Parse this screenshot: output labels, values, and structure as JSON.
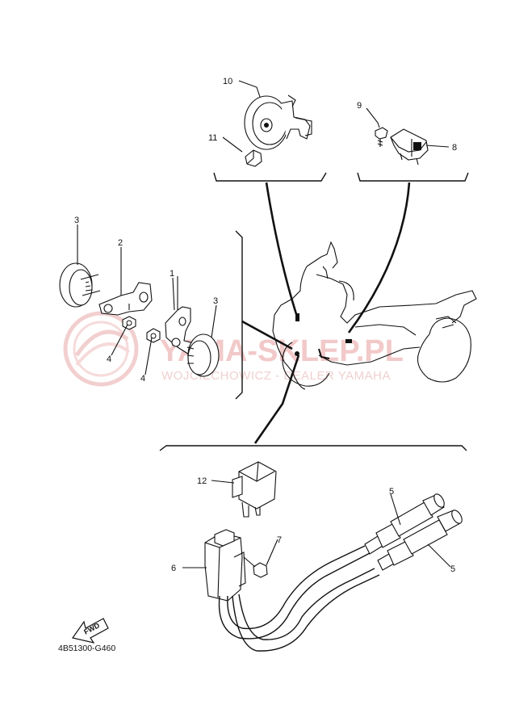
{
  "watermark": {
    "brand": "YAMA-SKLEP.PL",
    "dealer": "WOJCIECHOWICZ - DEALER YAMAHA"
  },
  "fwd_label": "FWD",
  "part_code": "4B51300-G460",
  "callouts": [
    {
      "id": "c10",
      "text": "10"
    },
    {
      "id": "c11",
      "text": "11"
    },
    {
      "id": "c9",
      "text": "9"
    },
    {
      "id": "c8",
      "text": "8"
    },
    {
      "id": "c3a",
      "text": "3"
    },
    {
      "id": "c2",
      "text": "2"
    },
    {
      "id": "c1",
      "text": "1"
    },
    {
      "id": "c3b",
      "text": "3"
    },
    {
      "id": "c4a",
      "text": "4"
    },
    {
      "id": "c4b",
      "text": "4"
    },
    {
      "id": "c12",
      "text": "12"
    },
    {
      "id": "c5a",
      "text": "5"
    },
    {
      "id": "c7",
      "text": "7"
    },
    {
      "id": "c6",
      "text": "6"
    },
    {
      "id": "c5b",
      "text": "5"
    }
  ]
}
